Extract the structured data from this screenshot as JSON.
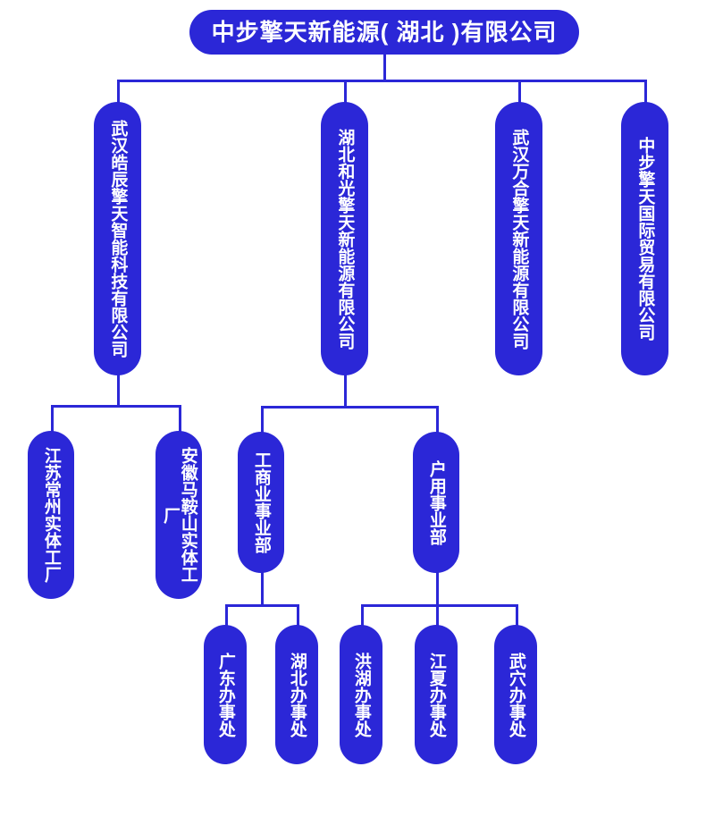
{
  "theme": {
    "node_color": "#2b27d7",
    "text_color": "#ffffff",
    "background": "#ffffff",
    "connector_color": "#2b27d7"
  },
  "org_chart": {
    "title": "中步擎天新能源( 湖北 )有限公司",
    "root": {
      "id": "root",
      "label": "中步擎天新能源( 湖北 )有限公司"
    },
    "level2": [
      {
        "id": "l2-0",
        "label": "武汉皓辰擎天智能科技有限公司"
      },
      {
        "id": "l2-1",
        "label": "湖北和光擎天新能源有限公司"
      },
      {
        "id": "l2-2",
        "label": "武汉万合擎天新能源有限公司"
      },
      {
        "id": "l2-3",
        "label": "中步擎天国际贸易有限公司"
      }
    ],
    "level3": [
      {
        "id": "l3-0",
        "label": "江苏常州实体工厂",
        "parent": "l2-0"
      },
      {
        "id": "l3-1",
        "label": "安徽马鞍山实体工厂",
        "parent": "l2-0"
      },
      {
        "id": "l3-2",
        "label": "工商业事业部",
        "parent": "l2-1"
      },
      {
        "id": "l3-3",
        "label": "户用事业部",
        "parent": "l2-1"
      }
    ],
    "level4": [
      {
        "id": "l4-0",
        "label": "广东办事处",
        "parent": "l3-2"
      },
      {
        "id": "l4-1",
        "label": "湖北办事处",
        "parent": "l3-2"
      },
      {
        "id": "l4-2",
        "label": "洪湖办事处",
        "parent": "l3-3"
      },
      {
        "id": "l4-3",
        "label": "江夏办事处",
        "parent": "l3-3"
      },
      {
        "id": "l4-4",
        "label": "武穴办事处",
        "parent": "l3-3"
      }
    ]
  }
}
